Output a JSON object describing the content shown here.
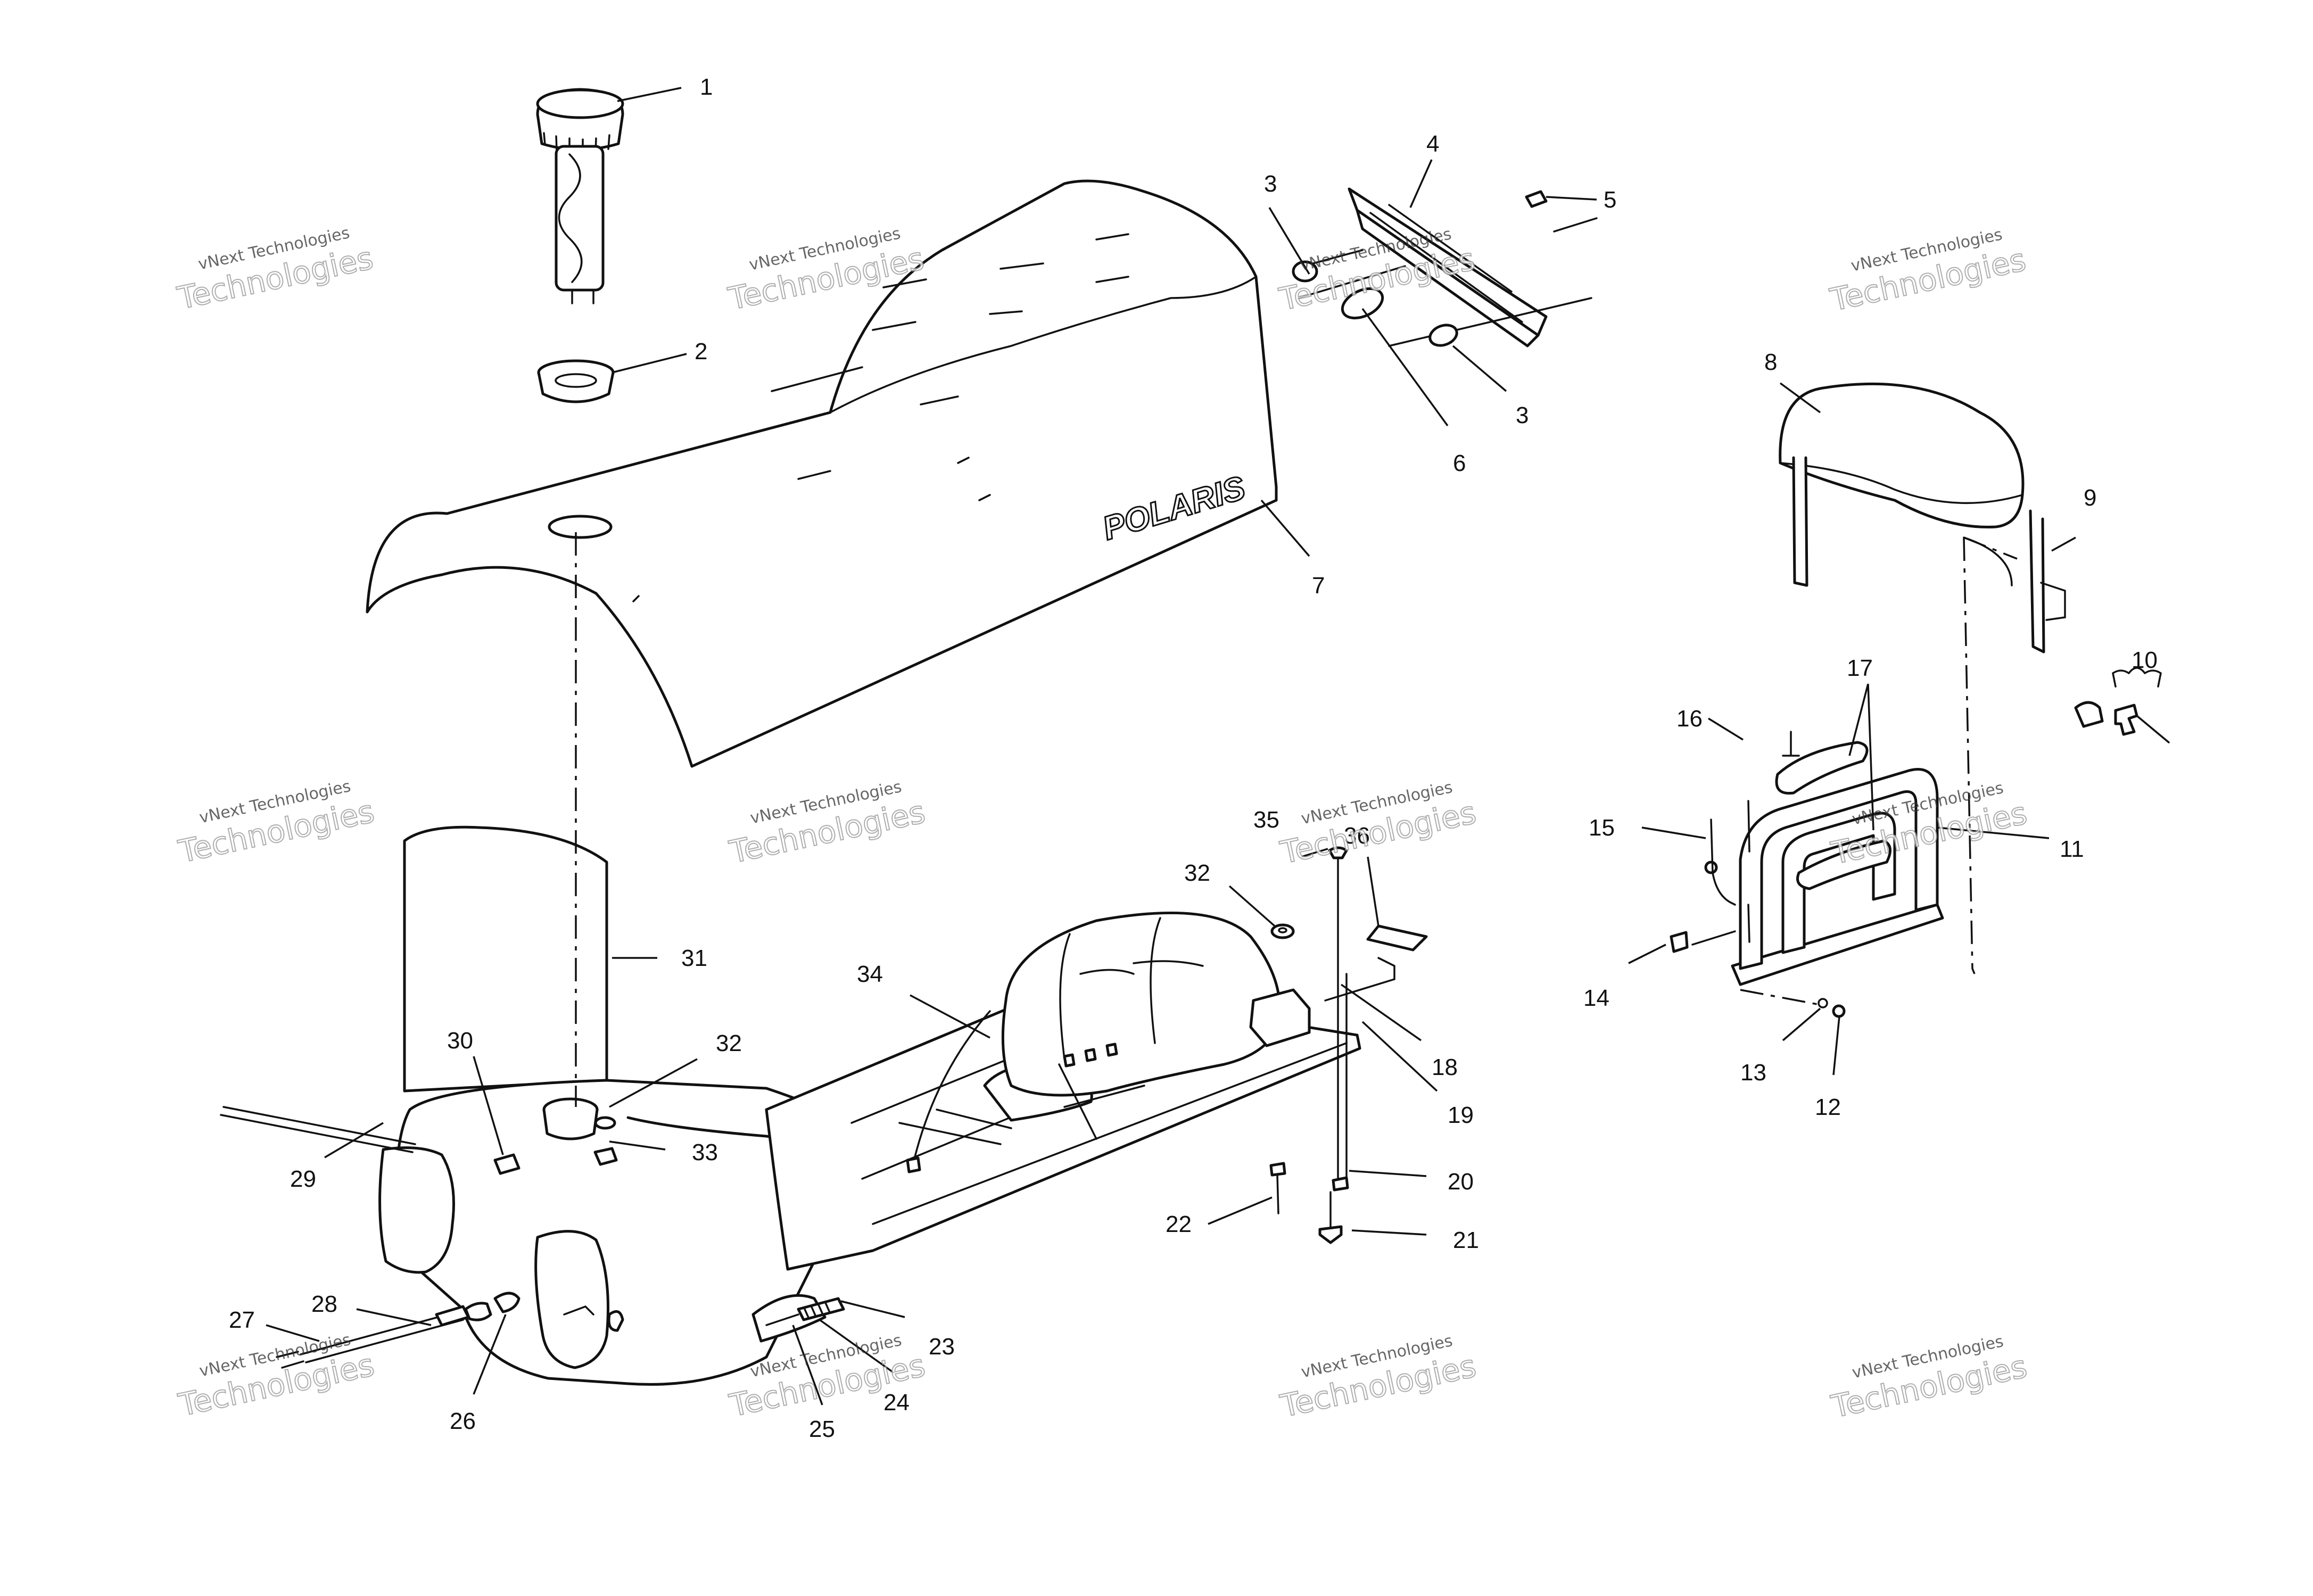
{
  "brand_text": "POLARIS",
  "watermark": {
    "line1": "vNext Technologies",
    "line2": "Technologies"
  },
  "callouts": [
    "1",
    "2",
    "3",
    "3",
    "4",
    "5",
    "6",
    "7",
    "8",
    "9",
    "10",
    "11",
    "12",
    "13",
    "14",
    "15",
    "16",
    "17",
    "18",
    "19",
    "20",
    "21",
    "22",
    "23",
    "24",
    "25",
    "26",
    "27",
    "28",
    "29",
    "30",
    "31",
    "32",
    "32",
    "33",
    "34",
    "35",
    "36"
  ]
}
